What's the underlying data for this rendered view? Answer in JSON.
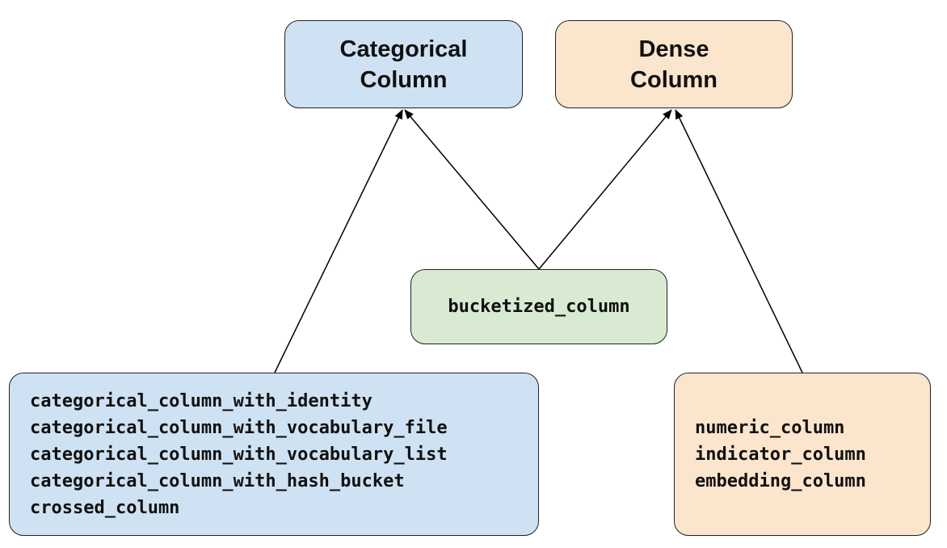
{
  "colors": {
    "categorical_fill": "#cfe2f3",
    "dense_fill": "#fce5cd",
    "bucketized_fill": "#d9ead3",
    "border": "#222222",
    "edge": "#000000"
  },
  "nodes": {
    "categorical_column": {
      "title_lines": [
        "Categorical",
        "Column"
      ]
    },
    "dense_column": {
      "title_lines": [
        "Dense",
        "Column"
      ]
    },
    "bucketized_column": {
      "label": "bucketized_column"
    },
    "categorical_functions": {
      "items": [
        "categorical_column_with_identity",
        "categorical_column_with_vocabulary_file",
        "categorical_column_with_vocabulary_list",
        "categorical_column_with_hash_bucket",
        "crossed_column"
      ]
    },
    "dense_functions": {
      "items": [
        "numeric_column",
        "indicator_column",
        "embedding_column"
      ]
    }
  },
  "edges": [
    {
      "from": "categorical_functions",
      "to": "categorical_column"
    },
    {
      "from": "bucketized_column",
      "to": "categorical_column"
    },
    {
      "from": "bucketized_column",
      "to": "dense_column"
    },
    {
      "from": "dense_functions",
      "to": "dense_column"
    }
  ]
}
